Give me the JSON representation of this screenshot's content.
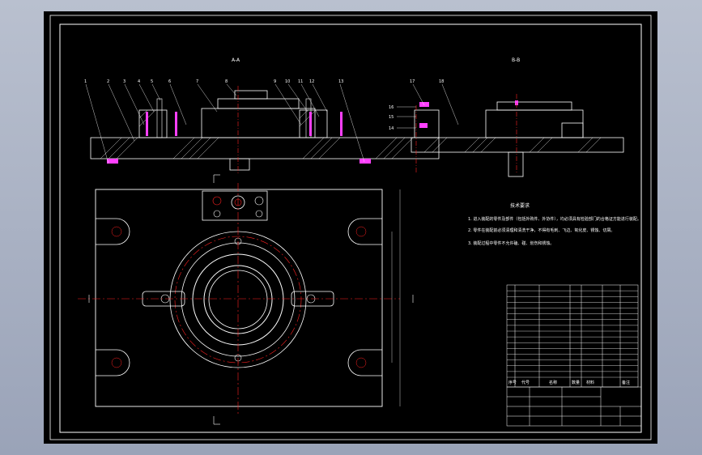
{
  "views": {
    "section_a_title": "A-A",
    "section_b_title": "B-B"
  },
  "callouts": {
    "left": [
      "1",
      "2",
      "3",
      "4",
      "5",
      "6",
      "7",
      "8",
      "9",
      "10",
      "11",
      "12",
      "13"
    ],
    "right": [
      "17",
      "18"
    ],
    "right_side": [
      "16",
      "15",
      "14"
    ]
  },
  "technical_requirements": {
    "title": "技术要求",
    "items": [
      "1. 进入装配的零件及部件（包括外购件、外协件），均必须具有检验部门的合格证方能进行装配。",
      "2. 零件在装配前必须清理和清洗干净，不得有毛刺、飞边、氧化皮、锈蚀、切屑。",
      "3. 装配过程中零件不允许磕、碰、划伤和锈蚀。"
    ]
  },
  "bom": {
    "headers": [
      "序号",
      "代号",
      "名称",
      "数量",
      "材料",
      "备注"
    ],
    "row_count": 16
  },
  "colors": {
    "screen_bg": "#000000",
    "frame_bg": "#a7afc2",
    "line": "#ffffff",
    "center_line": "#ff2020",
    "accent": "#ff40ff",
    "text": "#ffffff"
  }
}
